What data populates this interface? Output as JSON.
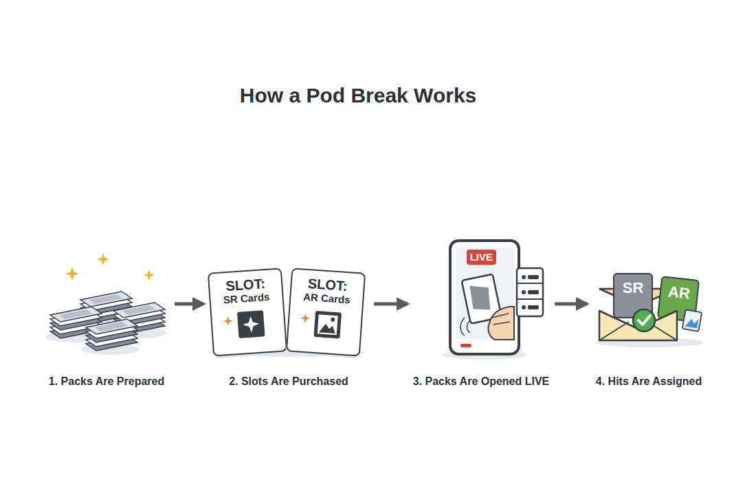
{
  "diagram": {
    "title": "How a Pod Break Works",
    "nodes": [
      {
        "text": [
          "1. Packs Are Prepared"
        ]
      },
      {
        "text": [
          "2. Slots Are Purchased"
        ]
      },
      {
        "text": [
          "SLOT:",
          "SR Cards"
        ],
        "in": 1
      },
      {
        "text": [
          "SLOT:",
          "AR Cards"
        ],
        "in": 1
      },
      {
        "text": [
          "3. Packs Are Opened LIVE"
        ]
      },
      {
        "text": [
          "LIVE"
        ],
        "in": 4
      },
      {
        "text": [
          "4. Hits Are Assigned"
        ]
      },
      {
        "text": [
          "SR"
        ],
        "in": 6
      },
      {
        "text": [
          "AR"
        ],
        "in": 6
      }
    ],
    "edges": [
      {
        "from": 0,
        "to": 1,
        "arrow": "to"
      },
      {
        "from": 1,
        "to": 4,
        "arrow": "to"
      },
      {
        "from": 4,
        "to": 6,
        "arrow": "to"
      }
    ]
  }
}
